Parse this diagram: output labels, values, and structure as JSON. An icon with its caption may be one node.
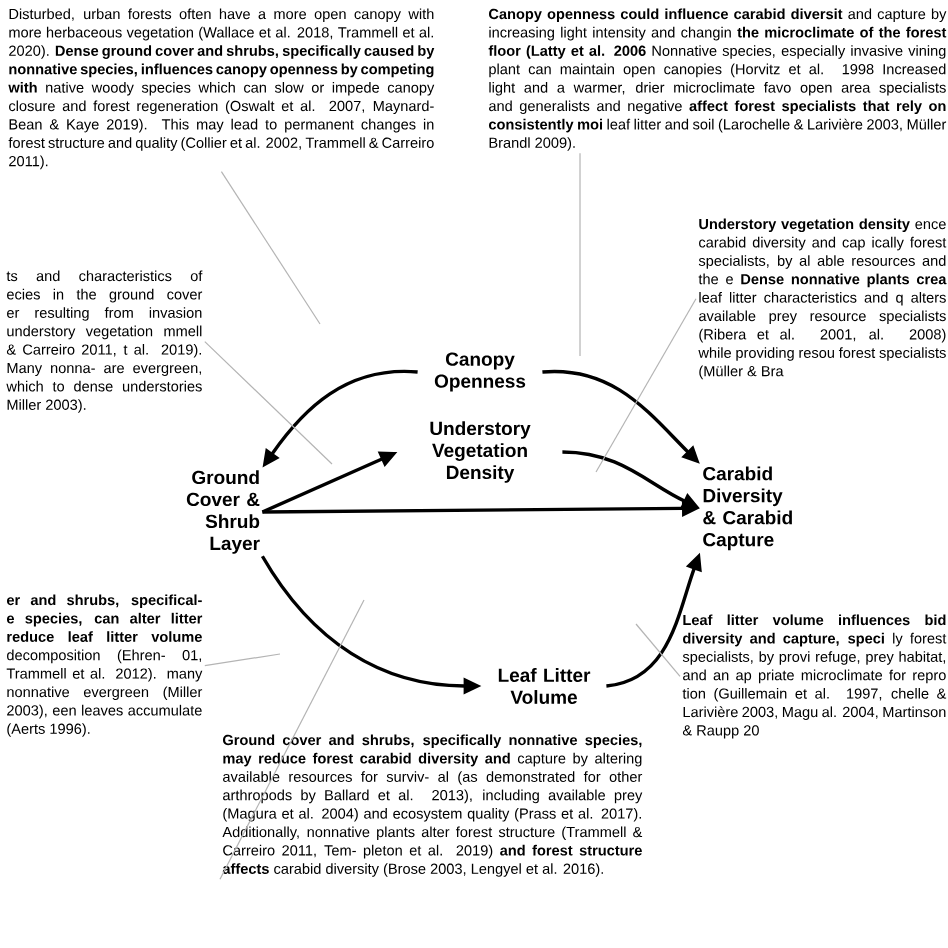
{
  "diagram": {
    "nodes": [
      {
        "text": [
          "Disturbed, urban forests often have a more open canopy with more herbaceous vegetation (Wallace et al. 2018, Trammell et al. 2020). **Dense ground cover and shrubs, specifically caused by nonnative species, influences canopy openness by competing with** native woody species which can slow or impede canopy closure and forest regeneration (Oswalt et al. 2007, Maynard-Bean & Kaye 2019). This may lead to permanent changes in forest structure and quality (Collier et al. 2002, Trammell & Carreiro 2011)."
        ]
      },
      {
        "text": [
          "**Canopy openness could influence carabid diversit** and capture by increasing light intensity and changin **the microclimate of the forest floor (Latty et al. 2006** Nonnative species, especially invasive vining plant can maintain open canopies (Horvitz et al. 1998 Increased light and a warmer, drier microclimate favo open area specialists and generalists and negative **affect forest specialists that rely on consistently moi** leaf litter and soil (Larochelle & Larivière 2003, Müller Brandl 2009)."
        ]
      },
      {
        "text": [
          "ts and characteristics of ecies in the ground cover er resulting from invasion understory vegetation mmell & Carreiro 2011, t al. 2019). Many nonna- are evergreen, which to dense understories Miller 2003)."
        ]
      },
      {
        "text": [
          "**Understory vegetation density** ence carabid diversity and cap ically forest specialists, by al able resources and the e **Dense nonnative plants crea** leaf litter characteristics and q alters available prey resource specialists (Ribera et al. 2001, al. 2008) while providing resou forest specialists (Müller & Bra"
        ]
      },
      {
        "text": [
          "Canopy Openness"
        ]
      },
      {
        "text": [
          "Understory Vegetation Density"
        ]
      },
      {
        "text": [
          "Ground Cover & Shrub Layer"
        ]
      },
      {
        "text": [
          "Carabid Diversity & Carabid Capture"
        ]
      },
      {
        "text": [
          "Leaf Litter Volume"
        ]
      },
      {
        "text": [
          "**er and shrubs, specifical- e species, can alter litter reduce leaf litter volume** decomposition (Ehren- 01, Trammell et al. 2012). many nonnative evergreen (Miller 2003), een leaves accumulate (Aerts 1996)."
        ]
      },
      {
        "text": [
          "**Leaf litter volume influences bid diversity and capture, speci** ly forest specialists, by provi refuge, prey habitat, and an ap priate microclimate for repro tion (Guillemain et al. 1997, chelle & Larivière 2003, Magu al. 2004, Martinson & Raupp 20"
        ]
      },
      {
        "text": [
          "**Ground cover and shrubs, specifically nonnative species, may reduce forest carabid diversity and** capture by altering available resources for surviv- al (as demonstrated for other arthropods by Ballard et al. 2013), including available prey (Magura et al. 2004) and ecosystem quality (Prass et al. 2017). Additionally, nonnative plants alter forest structure (Trammell & Carreiro 2011, Tem- pleton et al. 2019) **and forest structure affects** carabid diversity (Brose 2003, Lengyel et al. 2016)."
        ]
      }
    ],
    "edges": [
      {
        "from": 4,
        "to": 6,
        "arrow": "to"
      },
      {
        "from": 6,
        "to": 5,
        "arrow": "to"
      },
      {
        "from": 4,
        "to": 7,
        "arrow": "to"
      },
      {
        "from": 5,
        "to": 7,
        "arrow": "to"
      },
      {
        "from": 6,
        "to": 7,
        "arrow": "to"
      },
      {
        "from": 6,
        "to": 8,
        "arrow": "to"
      },
      {
        "from": 8,
        "to": 7,
        "arrow": "to"
      },
      {
        "from": 0,
        "to": null,
        "arrow": "none",
        "color": "#b4b4b4"
      },
      {
        "from": 1,
        "to": null,
        "arrow": "none",
        "color": "#b4b4b4"
      },
      {
        "from": 2,
        "to": null,
        "arrow": "none",
        "color": "#b4b4b4"
      },
      {
        "from": 3,
        "to": null,
        "arrow": "none",
        "color": "#b4b4b4"
      },
      {
        "from": 9,
        "to": null,
        "arrow": "none",
        "color": "#b4b4b4"
      },
      {
        "from": 10,
        "to": null,
        "arrow": "none",
        "color": "#b4b4b4"
      },
      {
        "from": 11,
        "to": null,
        "arrow": "none",
        "color": "#b4b4b4"
      }
    ]
  }
}
